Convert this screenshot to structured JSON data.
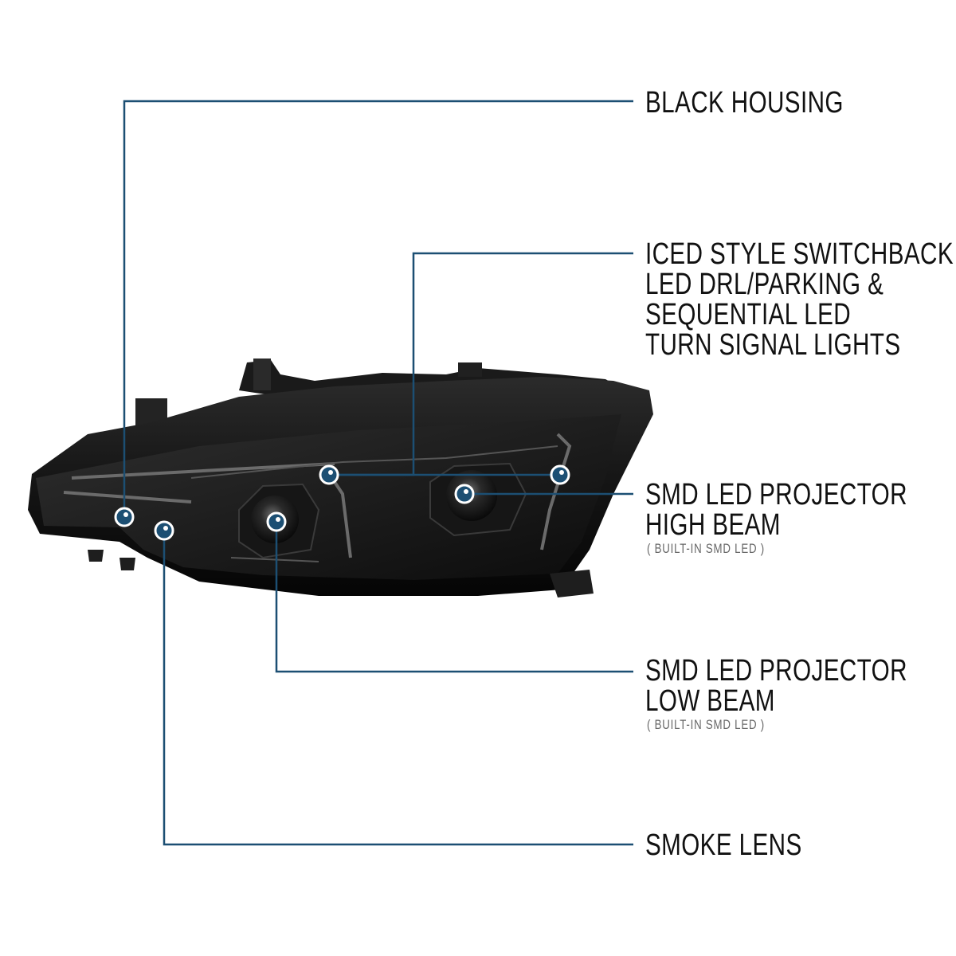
{
  "callouts": {
    "black_housing": {
      "title": "BLACK HOUSING"
    },
    "switchback": {
      "line1": "ICED STYLE SWITCHBACK",
      "line2": "LED DRL/PARKING &",
      "line3": "SEQUENTIAL LED",
      "line4": "TURN SIGNAL LIGHTS"
    },
    "high_beam": {
      "line1": "SMD LED PROJECTOR",
      "line2": "HIGH BEAM",
      "note": "( BUILT-IN SMD LED )"
    },
    "low_beam": {
      "line1": "SMD LED PROJECTOR",
      "line2": "LOW BEAM",
      "note": "( BUILT-IN SMD LED )"
    },
    "smoke_lens": {
      "title": "SMOKE LENS"
    }
  },
  "colors": {
    "leader": "#1c4f73",
    "dot": "#1c4f73",
    "dot_ring": "#ffffff",
    "text": "#111111",
    "note": "#666666"
  }
}
